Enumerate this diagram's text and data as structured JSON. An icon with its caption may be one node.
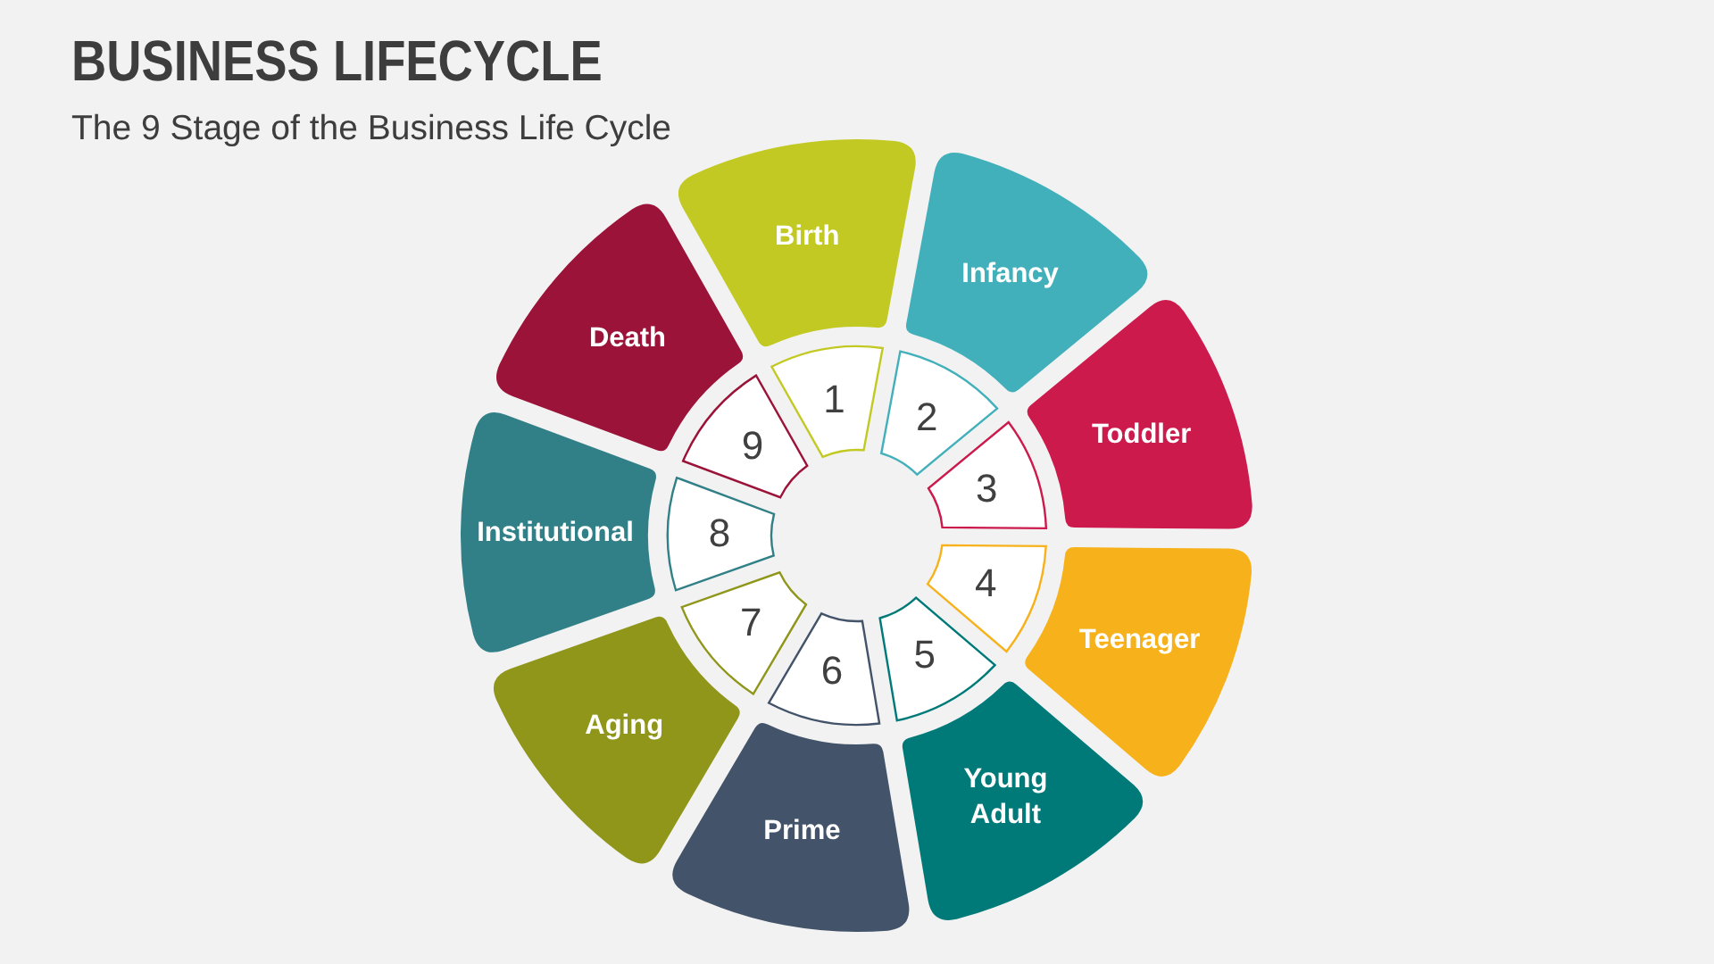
{
  "diagram": {
    "title": "BUSINESS LIFECYCLE",
    "nodes": [
      {
        "text": [
          "Birth"
        ]
      },
      {
        "text": [
          "Infancy"
        ]
      },
      {
        "text": [
          "Toddler"
        ]
      },
      {
        "text": [
          "Teenager"
        ]
      },
      {
        "text": [
          "Young Adult"
        ]
      },
      {
        "text": [
          "Prime"
        ]
      },
      {
        "text": [
          "Aging"
        ]
      },
      {
        "text": [
          "Institutional"
        ]
      },
      {
        "text": [
          "Death"
        ]
      },
      {
        "text": [
          "1"
        ]
      },
      {
        "text": [
          "2"
        ]
      },
      {
        "text": [
          "3"
        ]
      },
      {
        "text": [
          "4"
        ]
      },
      {
        "text": [
          "5"
        ]
      },
      {
        "text": [
          "6"
        ]
      },
      {
        "text": [
          "7"
        ]
      },
      {
        "text": [
          "8"
        ]
      },
      {
        "text": [
          "9"
        ]
      }
    ],
    "labels": [
      "The 9 Stage of the Business Life Cycle"
    ]
  }
}
